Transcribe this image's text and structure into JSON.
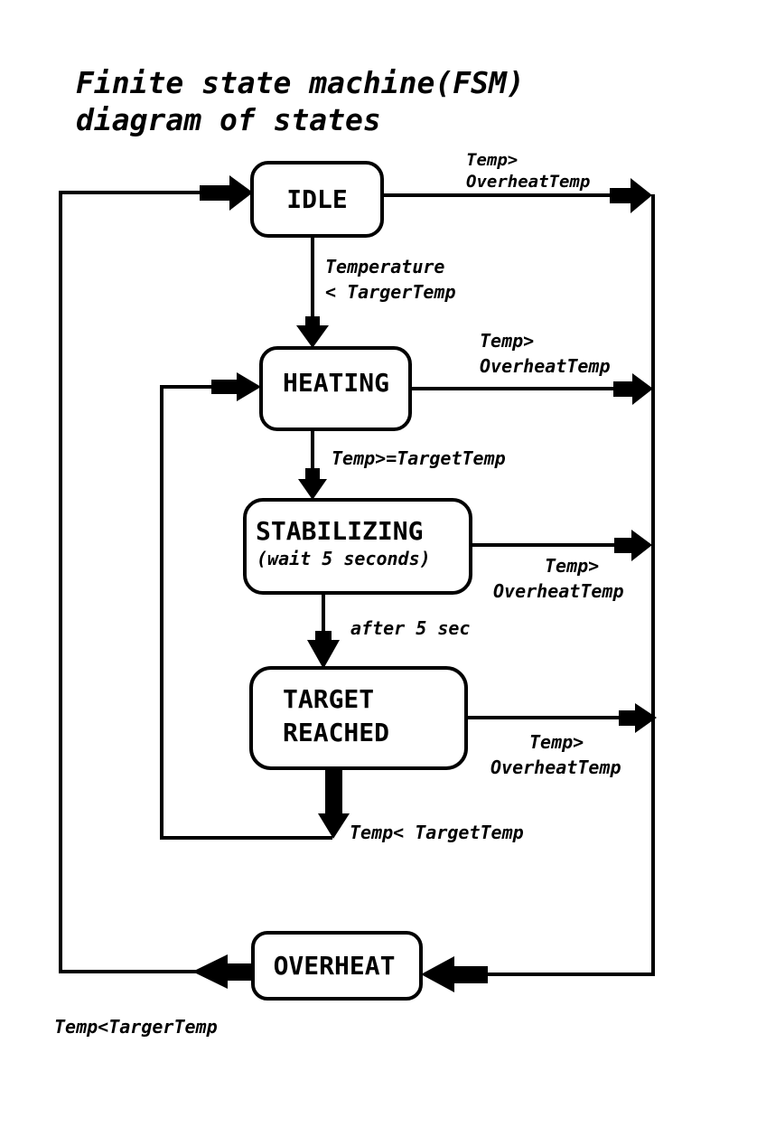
{
  "title": {
    "line1": "Finite state machine(FSM)",
    "line2": "diagram of states"
  },
  "states": {
    "idle": "IDLE",
    "heating": "HEATING",
    "stabilizing": "STABILIZING",
    "stabilizing_note": "(wait 5 seconds)",
    "target_line1": "TARGET",
    "target_line2": "REACHED",
    "overheat": "OVERHEAT"
  },
  "transitions": {
    "idle_to_heating_1": "Temperature",
    "idle_to_heating_2": "< TargerTemp",
    "heating_to_stabilizing": "Temp>=TargetTemp",
    "stabilizing_to_target": "after 5 sec",
    "target_to_heating": "Temp< TargetTemp",
    "overheat_to_idle": "Temp<TargerTemp",
    "idle_overheat_1": "Temp>",
    "idle_overheat_2": "OverheatTemp",
    "heating_overheat_1": "Temp>",
    "heating_overheat_2": "OverheatTemp",
    "stabilizing_overheat_1": "Temp>",
    "stabilizing_overheat_2": "OverheatTemp",
    "target_overheat_1": "Temp>",
    "target_overheat_2": "OverheatTemp"
  },
  "colors": {
    "ink": "#000000",
    "background": "#ffffff"
  }
}
